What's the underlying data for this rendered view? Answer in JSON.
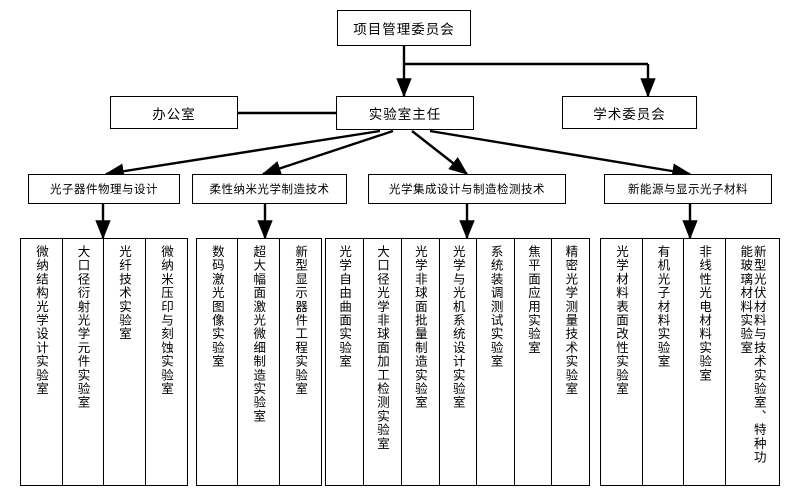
{
  "diagram": {
    "type": "organization-chart",
    "title_box": {
      "label": "项目管理委员会"
    },
    "row2": {
      "office": "办公室",
      "director": "实验室主任",
      "academic": "学术委员会"
    },
    "departments": [
      {
        "label": "光子器件物理与设计"
      },
      {
        "label": "柔性纳米光学制造技术"
      },
      {
        "label": "光学集成设计与制造检测技术"
      },
      {
        "label": "新能源与显示光子材料"
      }
    ],
    "groups": [
      {
        "name": "group-photonic-devices",
        "labs": [
          "微纳结构光学设计实验室",
          "大口径衍射光学元件实验室",
          "光纤技术实验室",
          "微纳米压印与刻蚀实验室"
        ]
      },
      {
        "name": "group-flexible-nano",
        "labs": [
          "数码激光图像实验室",
          "超大幅面激光微细制造实验室",
          "新型显示器件工程实验室"
        ]
      },
      {
        "name": "group-optical-integration",
        "labs": [
          "光学自由曲面实验室",
          "大口径光学非球面加工检测实验室",
          "光学非球面批量制造实验室",
          "光学与光机系统设计实验室",
          "系统装调测试实验室",
          "焦平面应用实验室",
          "精密光学测量技术实验室"
        ]
      },
      {
        "name": "group-new-energy-display",
        "labs": [
          "光学材料表面改性实验室",
          "有机光子材料实验室",
          "非线性光电材料实验室",
          "新型光伏材料与技术实验室、特种功能玻璃材料实验室"
        ]
      }
    ],
    "colors": {
      "line": "#000000",
      "box_fill": "#ffffff",
      "text": "#000000"
    }
  }
}
